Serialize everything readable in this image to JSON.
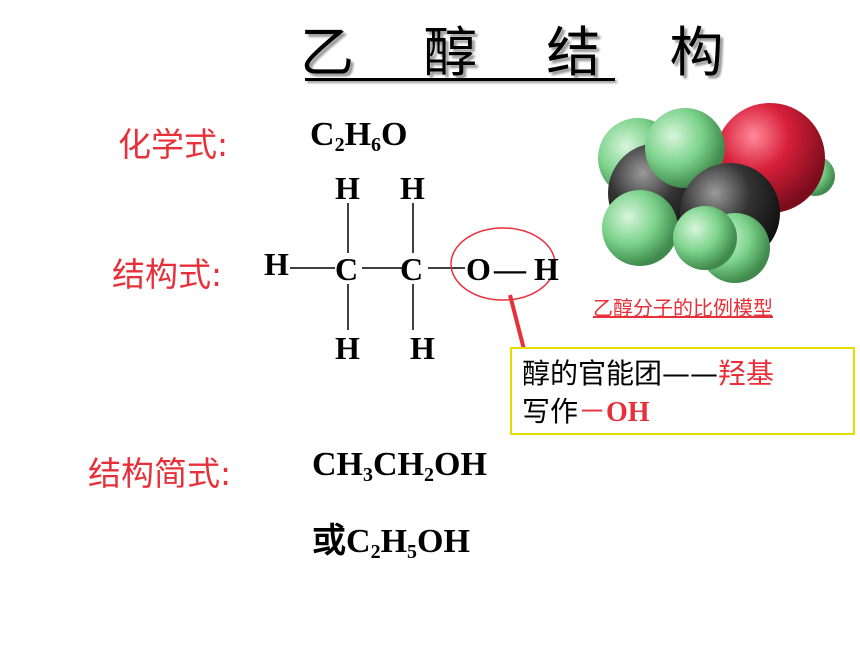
{
  "title": "乙 醇 结 构",
  "chemical_formula": {
    "label": "化学式:",
    "parts": {
      "c": "C",
      "c_sub": "2",
      "h": "H",
      "h_sub": "6",
      "o": "O"
    }
  },
  "structural_formula": {
    "label": "结构式:",
    "atoms": {
      "h_left": "H",
      "c1": "C",
      "c2": "C",
      "o": "O",
      "oh_bond": "—",
      "h_right": "H",
      "h_top_1": "H",
      "h_top_2": "H",
      "h_bottom_1": "H",
      "h_bottom_2": "H"
    }
  },
  "condensed_formula": {
    "label": "结构简式:",
    "line1": {
      "a": "CH",
      "a_sub": "3",
      "b": "CH",
      "b_sub": "2",
      "c": "OH"
    },
    "line2": {
      "prefix": "或",
      "a": "C",
      "a_sub": "2",
      "b": "H",
      "b_sub": "5",
      "c": "OH"
    }
  },
  "model_caption": "乙醇分子的比例模型",
  "callout": {
    "line1_black": "醇的官能团——",
    "line1_red": "羟基",
    "line2_black": "写作",
    "line2_red_dash": "－",
    "line2_red_oh": "OH"
  },
  "colors": {
    "red": "#e8303a",
    "highlight_border": "#e6dc00",
    "oxygen": "#d8203a",
    "hydrogen": "#7dd38c",
    "carbon": "#333333"
  }
}
